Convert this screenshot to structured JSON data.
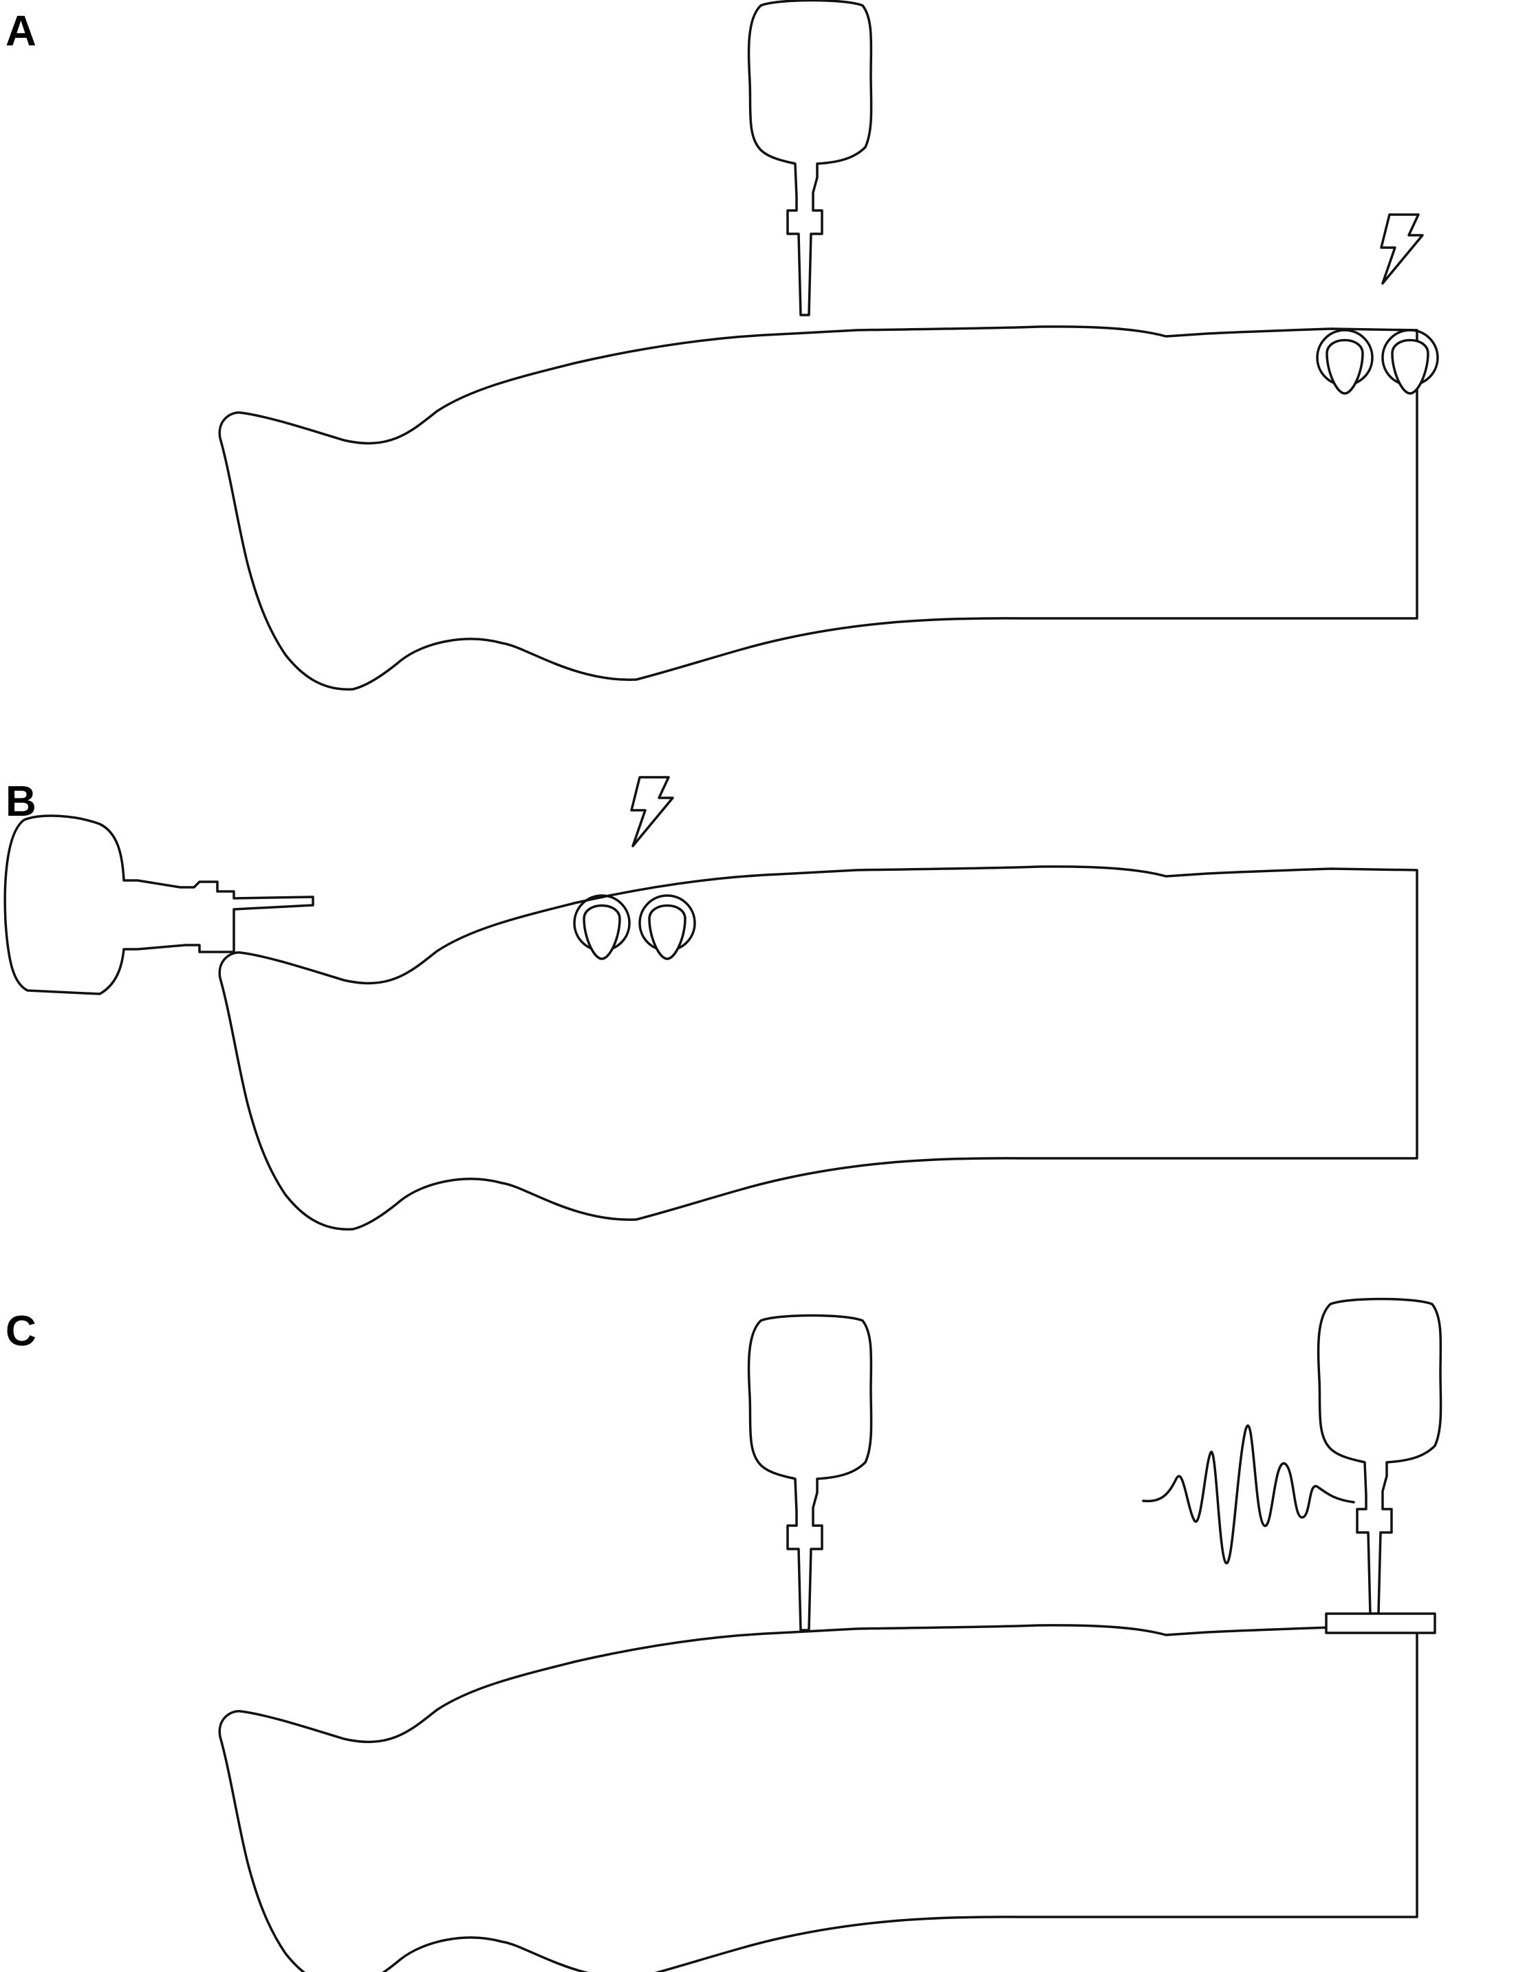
{
  "panels": [
    {
      "id": "A",
      "label": "A"
    },
    {
      "id": "B",
      "label": "B"
    },
    {
      "id": "C",
      "label": "C"
    }
  ],
  "icons": {
    "leg": "leg-outline",
    "probe": "needle-electrode-probe",
    "electrodes": "surface-electrode-pair-icon",
    "stimulus": "lightning-bolt-icon",
    "vibration": "waveform-icon",
    "pad": "vibration-pad"
  },
  "colors": {
    "stroke": "#111111",
    "background": "#ffffff",
    "label": "#000000"
  }
}
